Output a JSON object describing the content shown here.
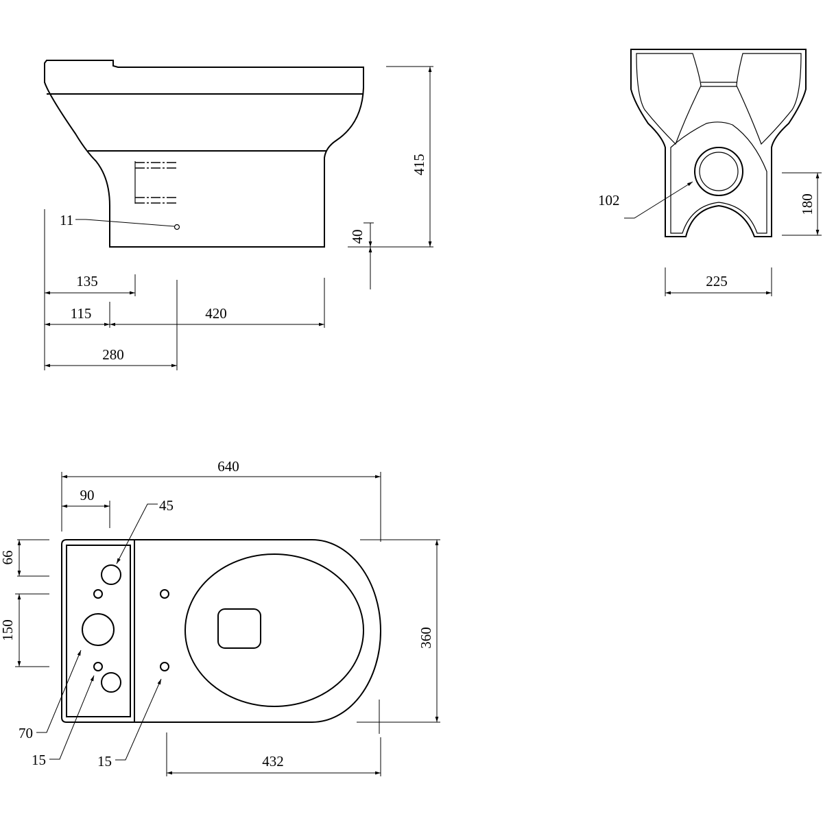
{
  "colors": {
    "line": "#000000",
    "background": "#ffffff"
  },
  "side_view": {
    "height": "415",
    "base_height": "40",
    "offset_a": "135",
    "offset_b": "115",
    "length_rear": "420",
    "outlet": "280",
    "fixing_hole": "11"
  },
  "rear_view": {
    "pipe": "102",
    "pipe_height": "180",
    "width": "225"
  },
  "top_view": {
    "length": "640",
    "tank_offset": "90",
    "tank_hole": "45",
    "edge_offset": "66",
    "hole_spacing": "150",
    "width": "360",
    "big_hole": "70",
    "fixing_hole_left": "15",
    "fixing_hole_right": "15",
    "seat_length": "432"
  }
}
